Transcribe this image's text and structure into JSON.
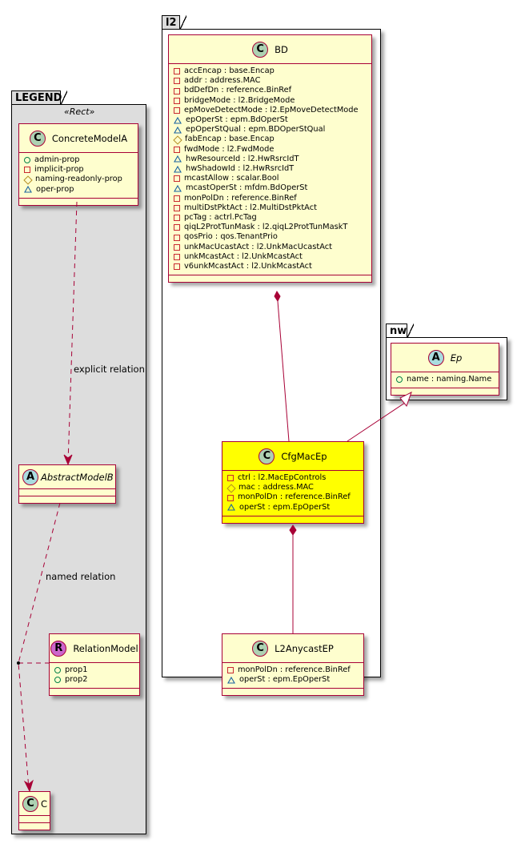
{
  "packages": {
    "legend": {
      "name": "LEGEND",
      "stereotype": "«Rect»"
    },
    "l2": {
      "name": "l2"
    },
    "nw": {
      "name": "nw"
    }
  },
  "colors": {
    "class_fill": "#fefece",
    "class_border": "#a80036",
    "highlight": "#ffff00",
    "legend_bg": "#dddddd"
  },
  "classes": {
    "concrete_model_a": {
      "kind": "C",
      "name": "ConcreteModelA",
      "attrs": [
        {
          "vis": "public",
          "text": "admin-prop"
        },
        {
          "vis": "private",
          "text": "implicit-prop"
        },
        {
          "vis": "protected",
          "text": "naming-readonly-prop"
        },
        {
          "vis": "package",
          "text": "oper-prop"
        }
      ]
    },
    "abstract_model_b": {
      "kind": "A",
      "name": "AbstractModelB",
      "attrs": []
    },
    "relation_model": {
      "kind": "R",
      "name": "RelationModel",
      "attrs": [
        {
          "vis": "public",
          "text": "prop1"
        },
        {
          "vis": "public",
          "text": "prop2"
        }
      ]
    },
    "c": {
      "kind": "C",
      "name": "C",
      "attrs": []
    },
    "bd": {
      "kind": "C",
      "name": "BD",
      "attrs": [
        {
          "vis": "private",
          "text": "accEncap : base.Encap"
        },
        {
          "vis": "private",
          "text": "addr : address.MAC"
        },
        {
          "vis": "private",
          "text": "bdDefDn : reference.BinRef"
        },
        {
          "vis": "private",
          "text": "bridgeMode : l2.BridgeMode"
        },
        {
          "vis": "private",
          "text": "epMoveDetectMode : l2.EpMoveDetectMode"
        },
        {
          "vis": "package",
          "text": "epOperSt : epm.BdOperSt"
        },
        {
          "vis": "package",
          "text": "epOperStQual : epm.BDOperStQual"
        },
        {
          "vis": "protected",
          "text": "fabEncap : base.Encap"
        },
        {
          "vis": "private",
          "text": "fwdMode : l2.FwdMode"
        },
        {
          "vis": "package",
          "text": "hwResourceId : l2.HwRsrcIdT"
        },
        {
          "vis": "package",
          "text": "hwShadowId : l2.HwRsrcIdT"
        },
        {
          "vis": "private",
          "text": "mcastAllow : scalar.Bool"
        },
        {
          "vis": "package",
          "text": "mcastOperSt : mfdm.BdOperSt"
        },
        {
          "vis": "private",
          "text": "monPolDn : reference.BinRef"
        },
        {
          "vis": "private",
          "text": "multiDstPktAct : l2.MultiDstPktAct"
        },
        {
          "vis": "private",
          "text": "pcTag : actrl.PcTag"
        },
        {
          "vis": "private",
          "text": "qiqL2ProtTunMask : l2.qiqL2ProtTunMaskT"
        },
        {
          "vis": "private",
          "text": "qosPrio : qos.TenantPrio"
        },
        {
          "vis": "private",
          "text": "unkMacUcastAct : l2.UnkMacUcastAct"
        },
        {
          "vis": "private",
          "text": "unkMcastAct : l2.UnkMcastAct"
        },
        {
          "vis": "private",
          "text": "v6unkMcastAct : l2.UnkMcastAct"
        }
      ]
    },
    "cfg_mac_ep": {
      "kind": "C",
      "name": "CfgMacEp",
      "attrs": [
        {
          "vis": "private",
          "text": "ctrl : l2.MacEpControls"
        },
        {
          "vis": "protected",
          "text": "mac : address.MAC"
        },
        {
          "vis": "private",
          "text": "monPolDn : reference.BinRef"
        },
        {
          "vis": "package",
          "text": "operSt : epm.EpOperSt"
        }
      ]
    },
    "l2_anycast_ep": {
      "kind": "C",
      "name": "L2AnycastEP",
      "attrs": [
        {
          "vis": "private",
          "text": "monPolDn : reference.BinRef"
        },
        {
          "vis": "package",
          "text": "operSt : epm.EpOperSt"
        }
      ]
    },
    "ep": {
      "kind": "A",
      "name": "Ep",
      "attrs": [
        {
          "vis": "public",
          "text": "name : naming.Name"
        }
      ]
    }
  },
  "relations": {
    "explicit": "explicit relation",
    "named": "named relation"
  }
}
